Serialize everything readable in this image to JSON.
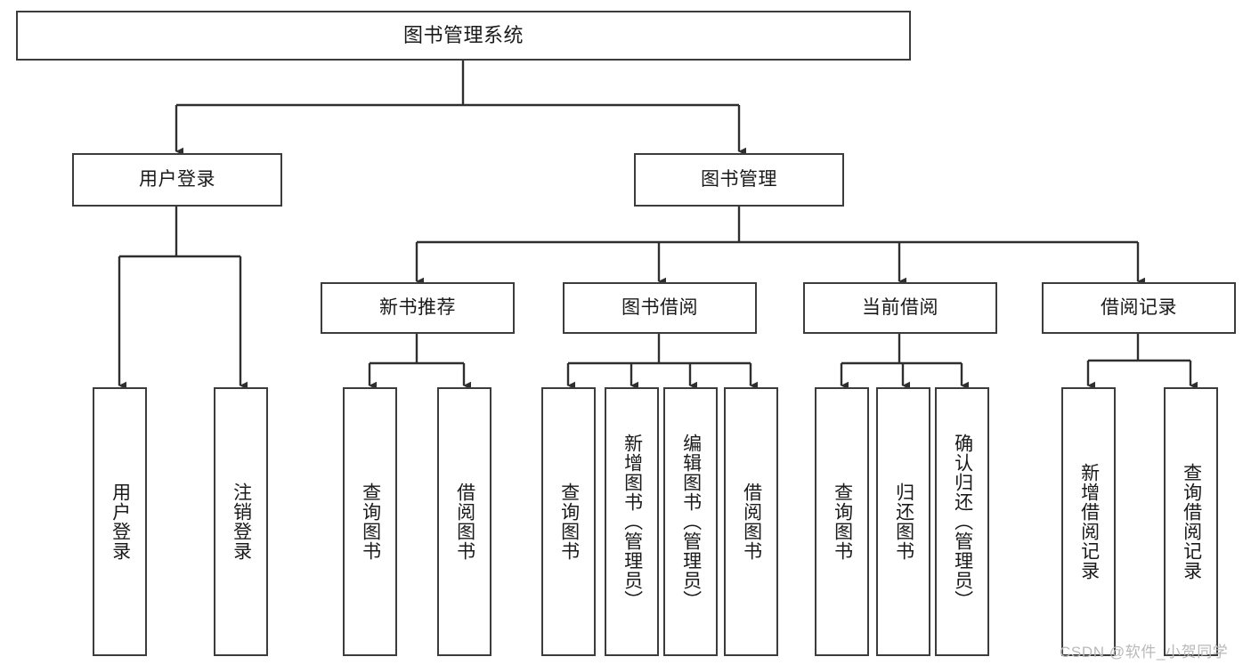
{
  "diagram": {
    "title": "图书管理系统",
    "stroke_color": "#3c3c3c",
    "fill_color": "#ffffff",
    "background": "#ffffff",
    "root": {
      "label": "图书管理系统"
    },
    "level1": [
      {
        "label": "用户登录"
      },
      {
        "label": "图书管理"
      }
    ],
    "level2": [
      {
        "label": "新书推荐"
      },
      {
        "label": "图书借阅"
      },
      {
        "label": "当前借阅"
      },
      {
        "label": "借阅记录"
      }
    ],
    "leaves": {
      "user_login": [
        {
          "label": "用户登录"
        },
        {
          "label": "注销登录"
        }
      ],
      "new_book": [
        {
          "label": "查询图书"
        },
        {
          "label": "借阅图书"
        }
      ],
      "book_borrow": [
        {
          "label": "查询图书"
        },
        {
          "label": "新增图书（管理员）"
        },
        {
          "label": "编辑图书（管理员）"
        },
        {
          "label": "借阅图书"
        }
      ],
      "current_borrow": [
        {
          "label": "查询图书"
        },
        {
          "label": "归还图书"
        },
        {
          "label": "确认归还（管理员）"
        }
      ],
      "borrow_record": [
        {
          "label": "新增借阅记录"
        },
        {
          "label": "查询借阅记录"
        }
      ]
    }
  },
  "watermark": {
    "text": "CSDN @软件_小贺同学",
    "color": "#b9b9b9"
  }
}
